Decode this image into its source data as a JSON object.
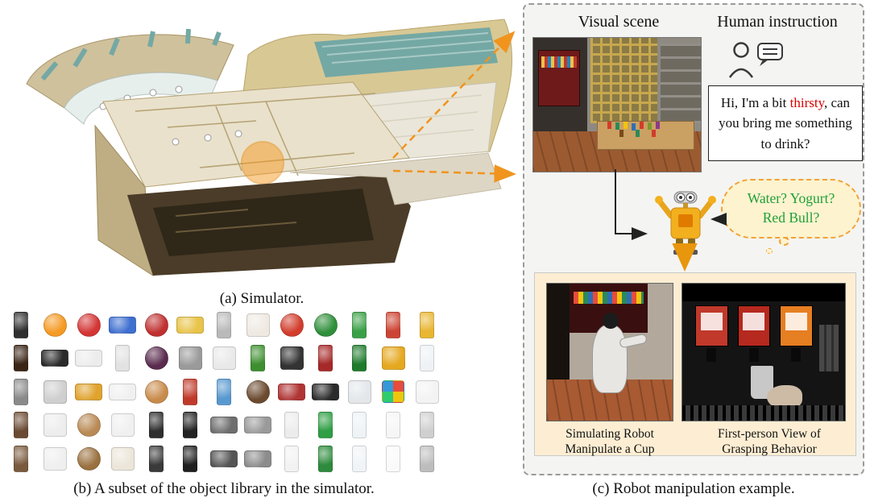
{
  "captions": {
    "a": "(a) Simulator.",
    "b": "(b) A subset of the object library in the simulator.",
    "c": "(c) Robot manipulation example."
  },
  "panel": {
    "visual_scene_label": "Visual scene",
    "human_instruction_label": "Human instruction",
    "instruction": {
      "prefix": "Hi, I'm a bit ",
      "highlight": "thirsty",
      "suffix": ", can you bring me something to drink?"
    },
    "thought": "Water? Yogurt? Red Bull?",
    "demos": [
      {
        "caption_line1": "Simulating Robot",
        "caption_line2": "Manipulate a Cup"
      },
      {
        "caption_line1": "First-person View of",
        "caption_line2": "Grasping Behavior"
      }
    ]
  },
  "colors": {
    "accent_orange": "#f0941e",
    "highlight_red": "#dd0000",
    "thought_green": "#21a038",
    "panel_bg": "#f4f4f2",
    "demo_panel_bg": "#fdeed3"
  },
  "object_library": {
    "rows": [
      [
        {
          "name": "kettle",
          "color": "#2f2f2f",
          "shape": "tall"
        },
        {
          "name": "orange",
          "color": "#f59a23",
          "shape": "circle"
        },
        {
          "name": "strawberry",
          "color": "#d43535",
          "shape": "circle"
        },
        {
          "name": "wipes-pack",
          "color": "#3f6fd0",
          "shape": "wide"
        },
        {
          "name": "apple",
          "color": "#c03030",
          "shape": "circle"
        },
        {
          "name": "yellow-bowl",
          "color": "#e8c44a",
          "shape": "wide"
        },
        {
          "name": "paper-roll",
          "color": "#b9b9b9",
          "shape": "tall"
        },
        {
          "name": "teddy-bear",
          "color": "#efe9e2",
          "shape": "square"
        },
        {
          "name": "tomato",
          "color": "#d23c2c",
          "shape": "circle"
        },
        {
          "name": "watermelon",
          "color": "#2f8f3a",
          "shape": "circle"
        },
        {
          "name": "juice-box",
          "color": "#3aa047",
          "shape": "tall"
        },
        {
          "name": "snack-box",
          "color": "#cc4433",
          "shape": "tall"
        },
        {
          "name": "lemon-tea-carton",
          "color": "#e8b631",
          "shape": "tall"
        }
      ],
      [
        {
          "name": "soy-sauce-bottle",
          "color": "#3a2414",
          "shape": "tall"
        },
        {
          "name": "stapler",
          "color": "#2a2a2a",
          "shape": "wide"
        },
        {
          "name": "white-bowl",
          "color": "#ececec",
          "shape": "wide"
        },
        {
          "name": "plastic-cup",
          "color": "#e2e2e2",
          "shape": "tall"
        },
        {
          "name": "mangosteen",
          "color": "#5a2b4e",
          "shape": "circle"
        },
        {
          "name": "calculator",
          "color": "#9a9a9a",
          "shape": "square"
        },
        {
          "name": "toy-animal",
          "color": "#e9e9e9",
          "shape": "square"
        },
        {
          "name": "cucumber",
          "color": "#3d8f2f",
          "shape": "tall"
        },
        {
          "name": "card-holder",
          "color": "#333333",
          "shape": "square"
        },
        {
          "name": "red-book",
          "color": "#a62828",
          "shape": "tall"
        },
        {
          "name": "herbal-tea-bottle",
          "color": "#1f7a2d",
          "shape": "tall"
        },
        {
          "name": "chips-bag",
          "color": "#e5a820",
          "shape": "square"
        },
        {
          "name": "milk-bottle",
          "color": "#eef2f5",
          "shape": "tall"
        }
      ],
      [
        {
          "name": "ladle",
          "color": "#8a8a8a",
          "shape": "tall"
        },
        {
          "name": "mortar-pestle",
          "color": "#cfcfcf",
          "shape": "square"
        },
        {
          "name": "yellow-mug",
          "color": "#e0a32e",
          "shape": "wide"
        },
        {
          "name": "wet-tissue-pack",
          "color": "#f0f0f0",
          "shape": "wide"
        },
        {
          "name": "donut",
          "color": "#c98b4b",
          "shape": "circle"
        },
        {
          "name": "pringles-can",
          "color": "#c03a2a",
          "shape": "tall"
        },
        {
          "name": "milk-carton",
          "color": "#5899cf",
          "shape": "tall"
        },
        {
          "name": "bead-bracelet",
          "color": "#6b4a2f",
          "shape": "circle"
        },
        {
          "name": "red-pouch",
          "color": "#b03535",
          "shape": "wide"
        },
        {
          "name": "pot-lid",
          "color": "#2b2b2b",
          "shape": "wide"
        },
        {
          "name": "bubble-wrap",
          "color": "#e3e7ea",
          "shape": "square"
        },
        {
          "name": "rubiks-cube",
          "color": "#ffffff",
          "shape": "cube"
        },
        {
          "name": "paper-sheet",
          "color": "#f3f3f3",
          "shape": "square"
        }
      ],
      [
        {
          "name": "coffee-cup",
          "color": "#6b4a33",
          "shape": "tall"
        },
        {
          "name": "kitchen-scale",
          "color": "#ededed",
          "shape": "square"
        },
        {
          "name": "bread",
          "color": "#b98a55",
          "shape": "circle"
        },
        {
          "name": "rice-cooker",
          "color": "#f0f0f0",
          "shape": "square"
        },
        {
          "name": "trash-bin",
          "color": "#2e2e2e",
          "shape": "tall"
        },
        {
          "name": "black-cup",
          "color": "#222222",
          "shape": "tall"
        },
        {
          "name": "dark-tray",
          "color": "#6e6e6e",
          "shape": "wide"
        },
        {
          "name": "gray-tray",
          "color": "#9a9a9a",
          "shape": "wide"
        },
        {
          "name": "spray-bottle",
          "color": "#ececec",
          "shape": "tall"
        },
        {
          "name": "green-soda-bottle",
          "color": "#2f9e44",
          "shape": "tall"
        },
        {
          "name": "yogurt-drink",
          "color": "#eef3f6",
          "shape": "tall"
        },
        {
          "name": "white-bottle",
          "color": "#f6f6f6",
          "shape": "tall"
        },
        {
          "name": "paper-cup",
          "color": "#cfcfcf",
          "shape": "tall"
        }
      ],
      [
        {
          "name": "travel-mug",
          "color": "#7a5a3e",
          "shape": "tall"
        },
        {
          "name": "blood-pressure-monitor",
          "color": "#efefef",
          "shape": "square"
        },
        {
          "name": "walnut",
          "color": "#9a713f",
          "shape": "circle"
        },
        {
          "name": "milk-powder-box",
          "color": "#ece6da",
          "shape": "square"
        },
        {
          "name": "waste-bin",
          "color": "#3a3a3a",
          "shape": "tall"
        },
        {
          "name": "black-tumbler",
          "color": "#1f1f1f",
          "shape": "tall"
        },
        {
          "name": "serving-tray",
          "color": "#555555",
          "shape": "wide"
        },
        {
          "name": "metal-tray",
          "color": "#8c8c8c",
          "shape": "wide"
        },
        {
          "name": "body-wash-bottle",
          "color": "#f2f2f2",
          "shape": "tall"
        },
        {
          "name": "soda-bottle",
          "color": "#2e8b3d",
          "shape": "tall"
        },
        {
          "name": "milk-carton-2",
          "color": "#f0f4f7",
          "shape": "tall"
        },
        {
          "name": "shampoo-bottle",
          "color": "#fafafa",
          "shape": "tall"
        },
        {
          "name": "trash-cup",
          "color": "#bdbdbd",
          "shape": "tall"
        }
      ]
    ]
  }
}
